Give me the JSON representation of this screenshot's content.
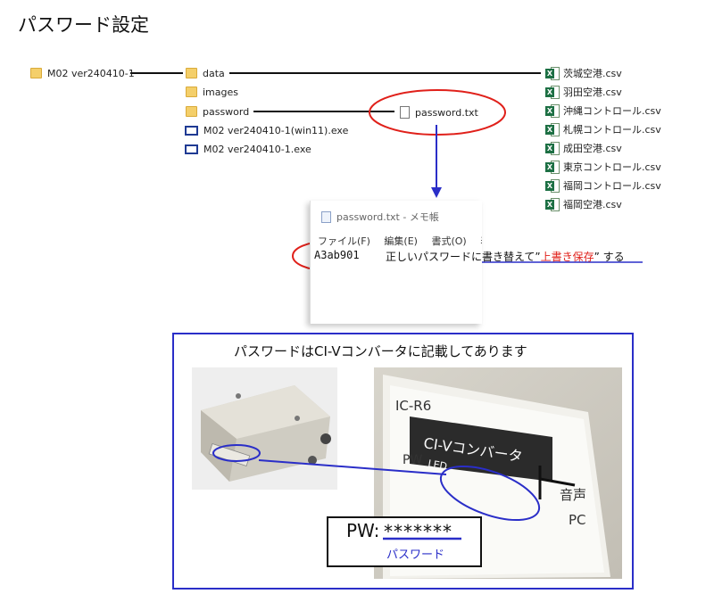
{
  "page": {
    "title": "パスワード設定"
  },
  "tree": {
    "root": "M02 ver240410-1",
    "children": [
      {
        "type": "folder",
        "label": "data"
      },
      {
        "type": "folder",
        "label": "images"
      },
      {
        "type": "folder",
        "label": "password"
      },
      {
        "type": "exe",
        "label": "M02 ver240410-1(win11).exe"
      },
      {
        "type": "exe",
        "label": "M02 ver240410-1.exe"
      }
    ],
    "password_file": "password.txt",
    "csv_files": [
      "茨城空港.csv",
      "羽田空港.csv",
      "沖縄コントロール.csv",
      "札幌コントロール.csv",
      "成田空港.csv",
      "東京コントロール.csv",
      "福岡コントロール.csv",
      "福岡空港.csv"
    ],
    "xls_glyph": "X"
  },
  "notepad": {
    "title": "password.txt - メモ帳",
    "menu": [
      "ファイル(F)",
      "編集(E)",
      "書式(O)",
      "表示"
    ],
    "content": "A3ab901",
    "instruction_pre": "正しいパスワードに書き替えて",
    "instruction_open_quote": "”",
    "instruction_highlight": "上書き保存",
    "instruction_close_quote": "”",
    "instruction_post": " する"
  },
  "converter": {
    "heading": "パスワードはCI-Vコンバータに記載してあります",
    "label_model": "IC-R6",
    "label_name": "CI-Vコンバータ",
    "label_pw": "PW",
    "label_led": "LED",
    "label_sound": "音声",
    "label_pc": "PC",
    "pw_prefix": "PW:",
    "pw_stars": "*******",
    "pw_caption": "パスワード"
  },
  "colors": {
    "red_ellipse": "#e0201a",
    "blue": "#2a2ec8",
    "highlight_red": "#e0201a"
  }
}
